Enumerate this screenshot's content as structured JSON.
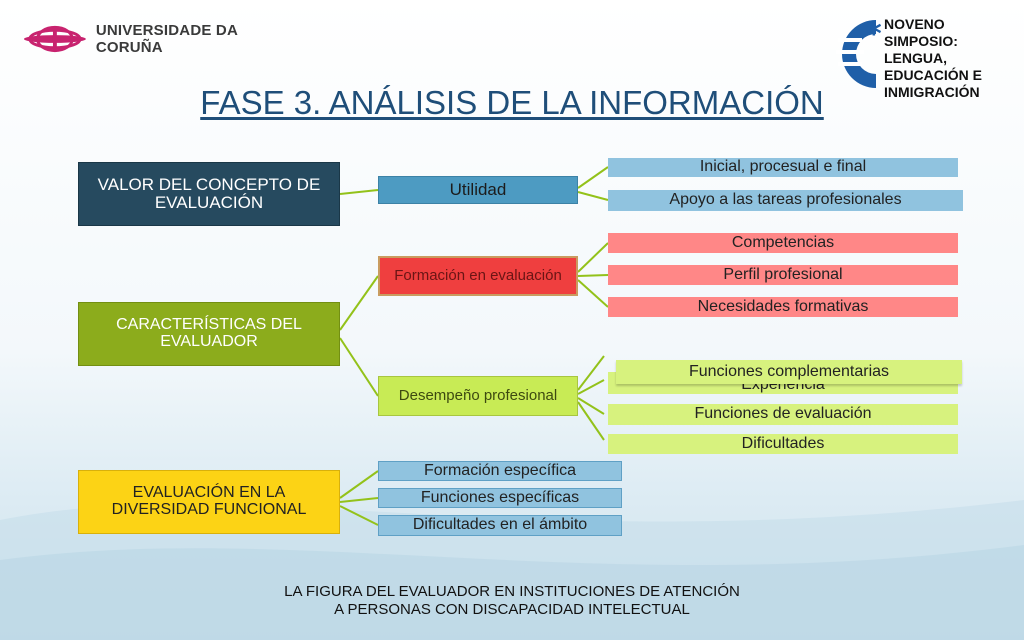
{
  "header": {
    "university": "UNIVERSIDADE DA CORUÑA",
    "symposium": [
      "NOVENO SIMPOSIO:",
      "LENGUA,",
      "EDUCACIÓN E",
      "INMIGRACIÓN"
    ]
  },
  "title": "FASE 3. ANÁLISIS DE LA INFORMACIÓN",
  "diagram": {
    "main": [
      "VALOR DEL CONCEPTO DE EVALUACIÓN",
      "CARACTERÍSTICAS DEL EVALUADOR",
      "EVALUACIÓN EN LA DIVERSIDAD FUNCIONAL"
    ],
    "mid": [
      "Utilidad",
      "Formación en evaluación",
      "Desempeño profesional"
    ],
    "utilidad_leaves": [
      "Inicial, procesual e final",
      "Apoyo a las tareas profesionales"
    ],
    "formacion_leaves": [
      "Competencias",
      "Perfil profesional",
      "Necesidades formativas"
    ],
    "desempeno_leaves": [
      "Funciones complementarias",
      "Experiencia",
      "Funciones de evaluación",
      "Dificultades"
    ],
    "diversidad_leaves": [
      "Formación específica",
      "Funciones específicas",
      "Dificultades en el ámbito"
    ]
  },
  "footer": [
    "LA FIGURA DEL EVALUADOR EN INSTITUCIONES DE ATENCIÓN",
    "A PERSONAS CON DISCAPACIDAD INTELECTUAL"
  ],
  "colors": {
    "dark_blue": "#264a5f",
    "olive": "#8cac1c",
    "yellow": "#fcd315",
    "sky": "#90c3df",
    "red": "#ef3f3f",
    "salmon": "#ff8787",
    "lime": "#d7f27e",
    "logo_magenta": "#c8236f"
  }
}
